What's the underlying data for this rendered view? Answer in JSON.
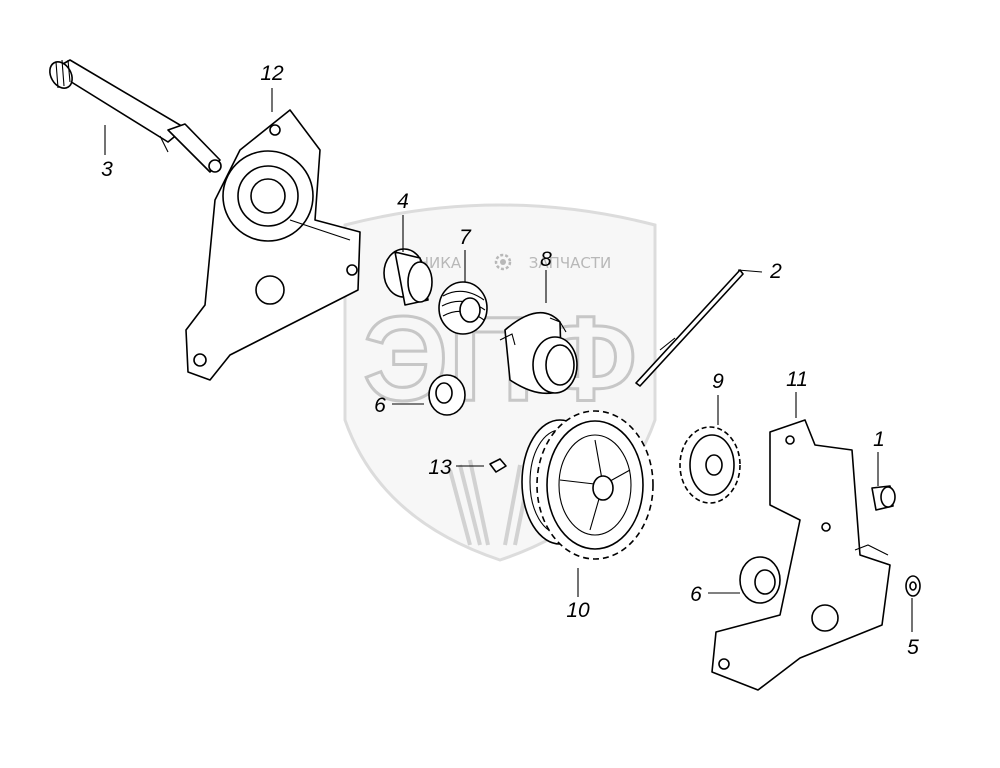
{
  "watermark": {
    "left_word": "ТЕХНИКА",
    "right_word": "ЗАПЧАСТИ",
    "logo_letters": "ЭПФ",
    "gear_icon": "gear-icon"
  },
  "callouts": {
    "c1": "1",
    "c2": "2",
    "c3": "3",
    "c4": "4",
    "c5": "5",
    "c6a": "6",
    "c6b": "6",
    "c7": "7",
    "c8": "8",
    "c9": "9",
    "c10": "10",
    "c11": "11",
    "c12": "12",
    "c13": "13"
  }
}
